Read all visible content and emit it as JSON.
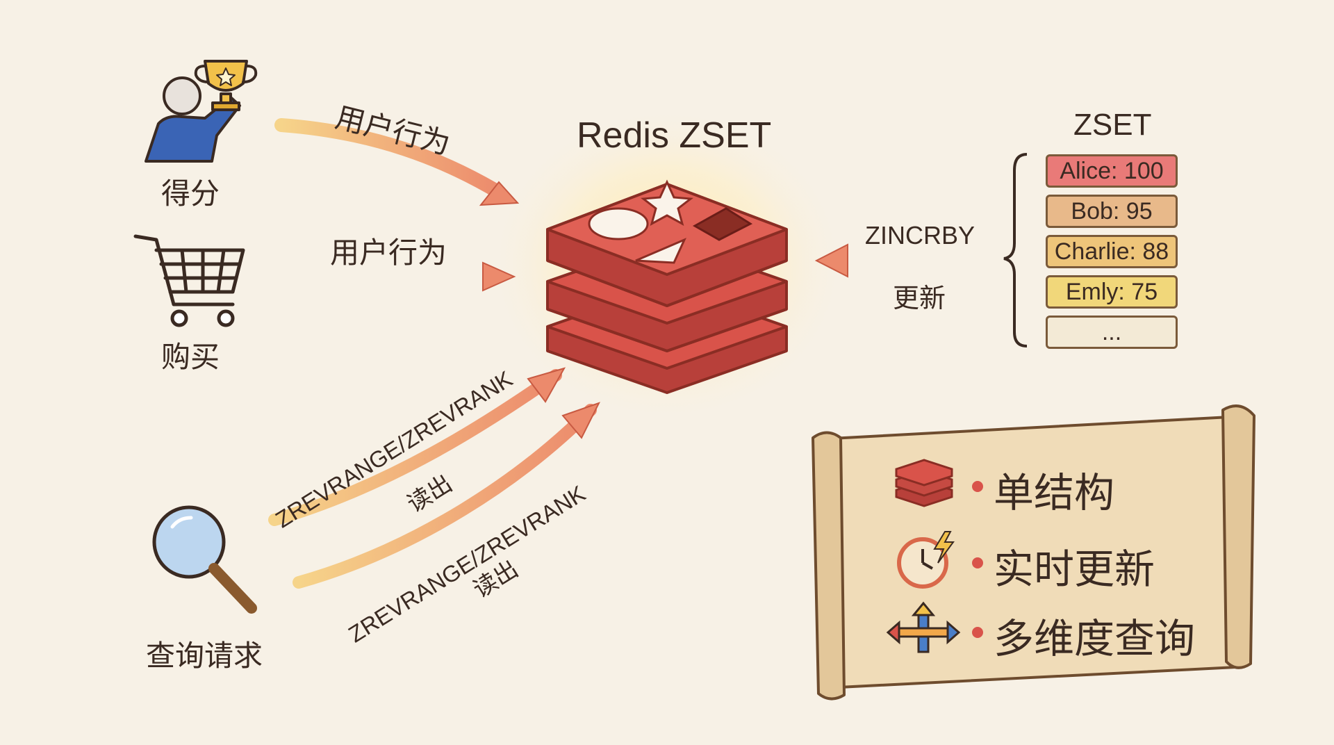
{
  "title": "Redis ZSET",
  "sources": {
    "score": "得分",
    "purchase": "购买",
    "query": "查询请求"
  },
  "arrows": {
    "behavior_1": "用户行为",
    "behavior_2": "用户行为",
    "read_cmd_1": "ZREVRANGE/ZREVRANK",
    "read_label_1": "读出",
    "read_cmd_2": "ZREVRANGE/ZREVRANK",
    "read_label_2": "读出",
    "update_cmd": "ZINCRBY",
    "update_label": "更新"
  },
  "zset": {
    "heading": "ZSET",
    "items": [
      {
        "text": "Alice: 100",
        "color": "#e97a78"
      },
      {
        "text": "Bob: 95",
        "color": "#e8b98a"
      },
      {
        "text": "Charlie: 88",
        "color": "#eec57a"
      },
      {
        "text": "Emly: 75",
        "color": "#f1d77a"
      },
      {
        "text": "...",
        "color": "#f3ead6"
      }
    ]
  },
  "legend": {
    "items": [
      "单结构",
      "实时更新",
      "多维度查询"
    ]
  },
  "colors": {
    "redis_red": "#d9534a",
    "arrow": "#ef9a72",
    "scroll": "#f0dcb8"
  }
}
